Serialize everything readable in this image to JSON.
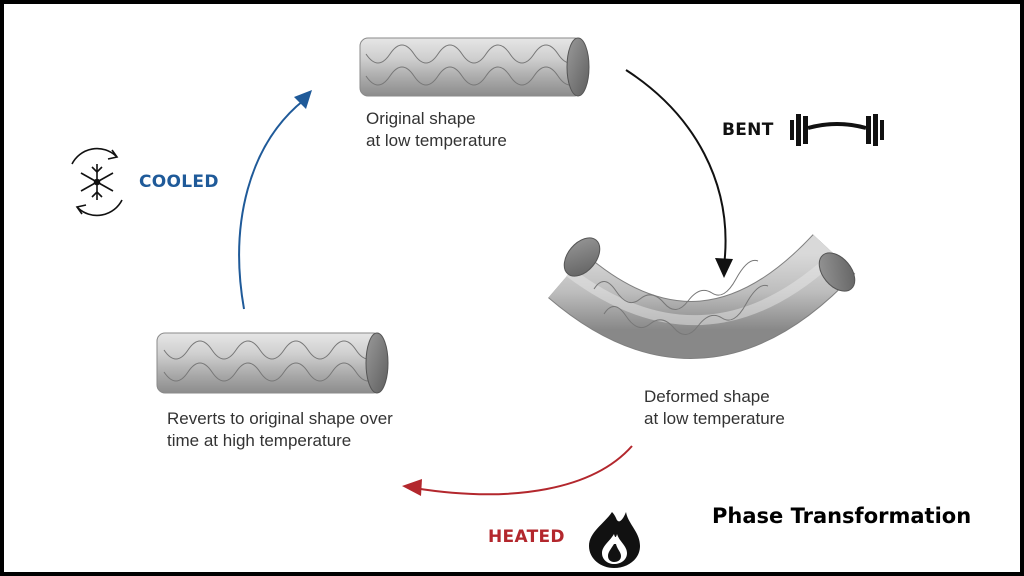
{
  "title": "Phase Transformation",
  "stages": {
    "original": "Original shape\nat low temperature",
    "deformed": "Deformed shape\nat low temperature",
    "reverted": "Reverts to original shape over\ntime at high temperature"
  },
  "transitions": {
    "bent": "BENT",
    "heated": "HEATED",
    "cooled": "COOLED"
  },
  "colors": {
    "bent": "#111111",
    "heated": "#b3272d",
    "cooled": "#1f5a99",
    "tube": "#c9c9c9"
  },
  "icons": {
    "bent": "barbell-icon",
    "heated": "flame-icon",
    "cooled": "snowflake-cycle-icon"
  }
}
